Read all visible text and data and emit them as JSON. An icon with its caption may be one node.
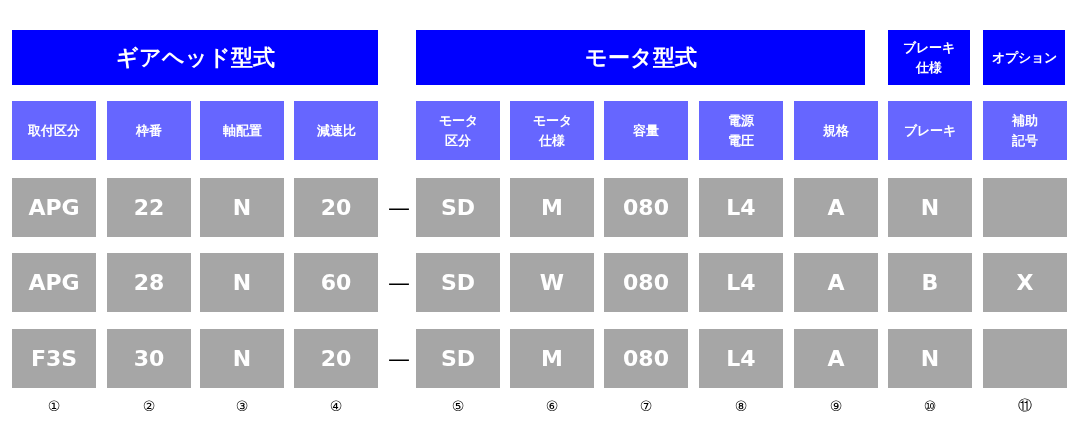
{
  "diagram": {
    "labels": [
      "ギアヘッド型式",
      "モータ型式",
      "ブレーキ仕様",
      "オプション",
      "取付区分",
      "枠番",
      "軸配置",
      "減速比",
      "モータ区分",
      "モータ仕様",
      "容量",
      "電源電圧",
      "規格",
      "ブレーキ",
      "補助記号",
      "APG",
      "22",
      "N",
      "20",
      "—",
      "SD",
      "M",
      "080",
      "L4",
      "A",
      "N",
      "APG",
      "28",
      "N",
      "60",
      "—",
      "SD",
      "W",
      "080",
      "L4",
      "A",
      "B",
      "X",
      "F3S",
      "30",
      "N",
      "20",
      "—",
      "SD",
      "M",
      "080",
      "L4",
      "A",
      "N",
      "①",
      "②",
      "③",
      "④",
      "⑤",
      "⑥",
      "⑦",
      "⑧",
      "⑨",
      "⑩",
      "⑪"
    ]
  }
}
